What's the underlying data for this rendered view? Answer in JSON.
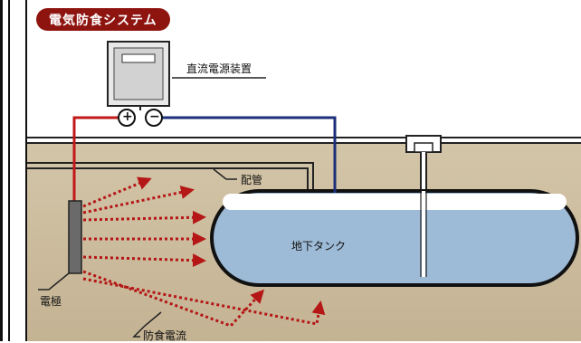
{
  "title": "電気防食システム",
  "labels": {
    "power_supply": "直流電源装置",
    "pipe": "配管",
    "tank": "地下タンク",
    "electrode": "電極",
    "current": "防食電流"
  },
  "terminals": {
    "plus": "+",
    "minus": "−"
  },
  "colors": {
    "title_bg": "#8e1410",
    "positive_wire": "#c21818",
    "negative_wire": "#1c2f7a",
    "ground": "#c9b99a",
    "tank_fill": "#9dbad6",
    "arrow": "#b51616"
  }
}
